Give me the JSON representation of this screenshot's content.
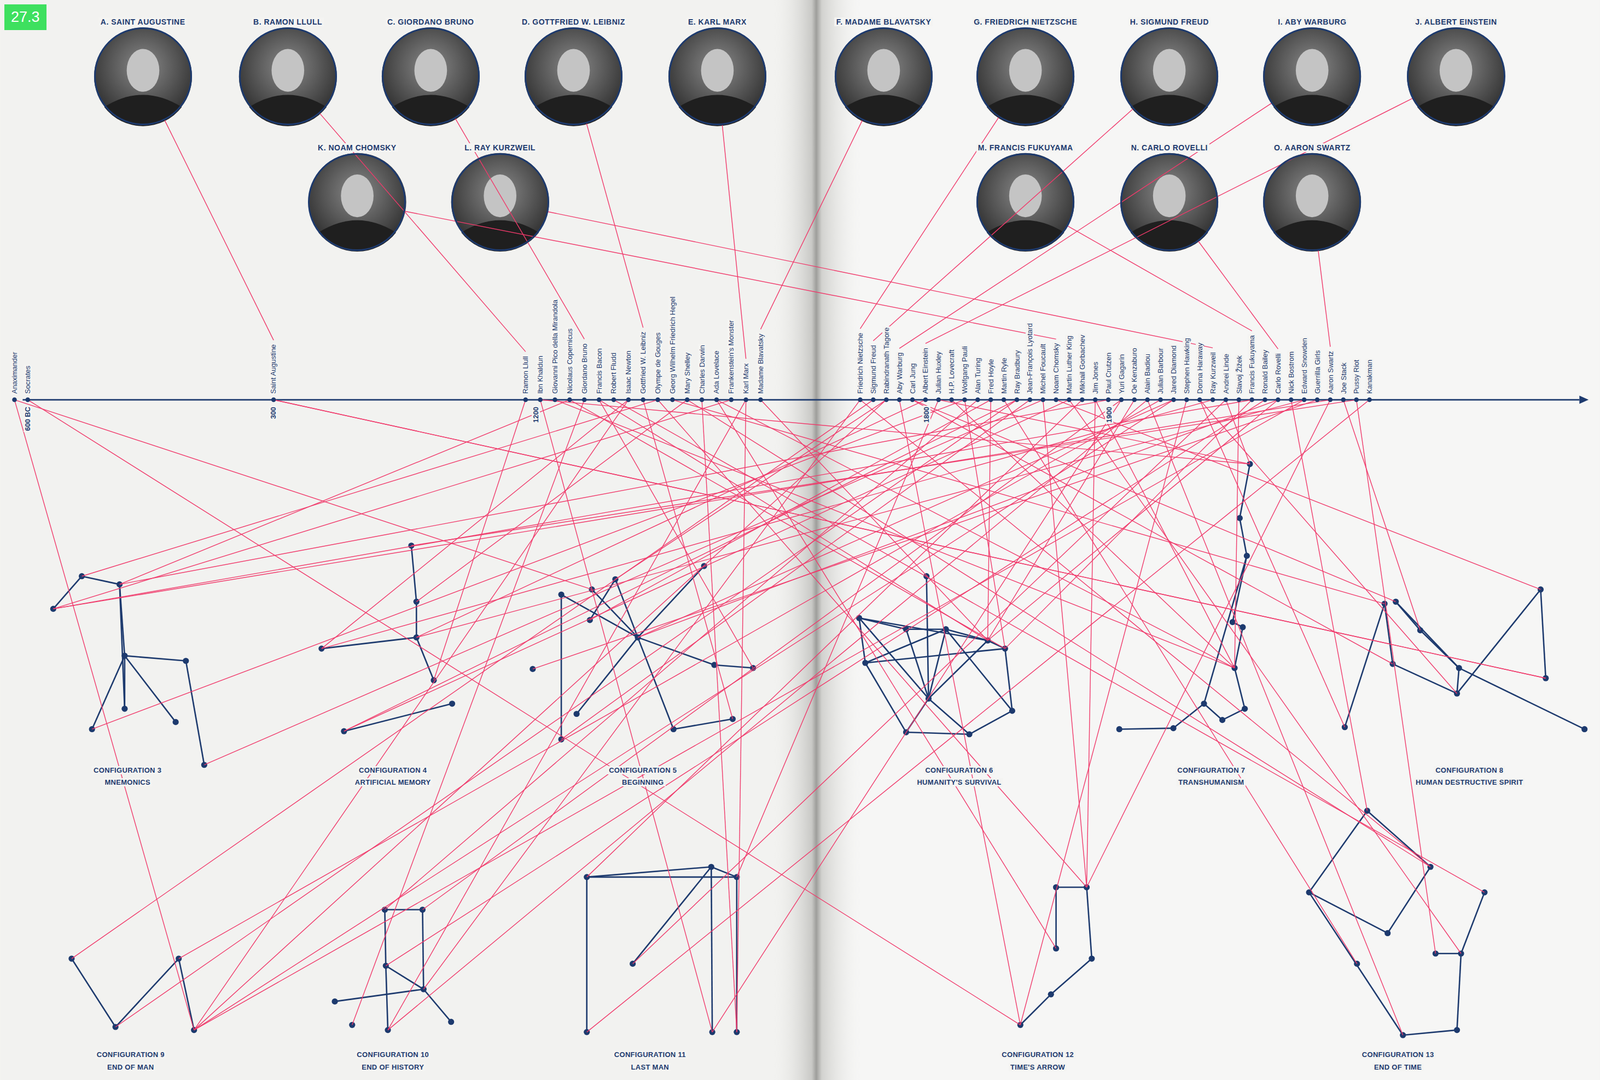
{
  "diagram": {
    "nodes": [
      {
        "text": [
          "A. SAINT AUGUSTINE"
        ]
      },
      {
        "text": [
          "B. RAMON LLULL"
        ]
      },
      {
        "text": [
          "C. GIORDANO BRUNO"
        ]
      },
      {
        "text": [
          "D. GOTTFRIED W. LEIBNIZ"
        ]
      },
      {
        "text": [
          "E. KARL MARX"
        ]
      },
      {
        "text": [
          "F. MADAME BLAVATSKY"
        ]
      },
      {
        "text": [
          "G. FRIEDRICH NIETZSCHE"
        ]
      },
      {
        "text": [
          "H. SIGMUND FREUD"
        ]
      },
      {
        "text": [
          "I. ABY WARBURG"
        ]
      },
      {
        "text": [
          "J. ALBERT EINSTEIN"
        ]
      },
      {
        "text": [
          "K. NOAM CHOMSKY"
        ]
      },
      {
        "text": [
          "L. RAY KURZWEIL"
        ]
      },
      {
        "text": [
          "M. FRANCIS FUKUYAMA"
        ]
      },
      {
        "text": [
          "N. CARLO ROVELLI"
        ]
      },
      {
        "text": [
          "O. AARON SWARTZ"
        ]
      }
    ],
    "labels": [
      "27.3",
      "Anaximander",
      "Socrates",
      "Saint Augustine",
      "Ramon Llull",
      "Ibn Khaldun",
      "Giovanni Pico della Mirandola",
      "Nicolaus Copernicus",
      "Giordano Bruno",
      "Francis Bacon",
      "Robert Fludd",
      "Isaac Newton",
      "Gottfried W. Leibniz",
      "Olympe de Gouges",
      "Georg Wilhelm Friedrich Hegel",
      "Mary Shelley",
      "Charles Darwin",
      "Ada Lovelace",
      "Frankenstein's Monster",
      "Karl Marx",
      "Madame Blavatsky",
      "Friedrich Nietzsche",
      "Sigmund Freud",
      "Rabindranath Tagore",
      "Aby Warburg",
      "Carl Jung",
      "Albert Einstein",
      "Julian Huxley",
      "H.P. Lovecraft",
      "Wolfgang Pauli",
      "Alan Turing",
      "Fred Hoyle",
      "Martin Ryle",
      "Ray Bradbury",
      "Jean-François Lyotard",
      "Michel Foucault",
      "Noam Chomsky",
      "Martin Luther King",
      "Mikhail Gorbachev",
      "Jim Jones",
      "Paul Crutzen",
      "Yuri Gagarin",
      "Oe Kenzaburo",
      "Alain Badiou",
      "Julian Barbour",
      "Jared Diamond",
      "Stephen Hawking",
      "Donna Haraway",
      "Ray Kurzweil",
      "Andrei Linde",
      "Slavoj Žižek",
      "Francis Fukuyama",
      "Ronald Bailey",
      "Carlo Rovelli",
      "Nick Bostrom",
      "Edward Snowden",
      "Guerrilla Girls",
      "Aaron Swartz",
      "Joe Stack",
      "Pussy Riot",
      "Kanakman",
      "600 BC",
      "300",
      "1200",
      "1800",
      "1900",
      "CONFIGURATION 3",
      "MNEMONICS",
      "CONFIGURATION 4",
      "ARTIFICIAL MEMORY",
      "CONFIGURATION 5",
      "BEGINNING",
      "CONFIGURATION 6",
      "HUMANITY'S SURVIVAL",
      "CONFIGURATION 7",
      "TRANSHUMANISM",
      "CONFIGURATION 8",
      "HUMAN DESTRUCTIVE SPIRIT",
      "CONFIGURATION 9",
      "END OF MAN",
      "CONFIGURATION 10",
      "END OF HISTORY",
      "CONFIGURATION 11",
      "LAST MAN",
      "CONFIGURATION 12",
      "TIME'S ARROW",
      "CONFIGURATION 13",
      "END OF TIME"
    ]
  }
}
